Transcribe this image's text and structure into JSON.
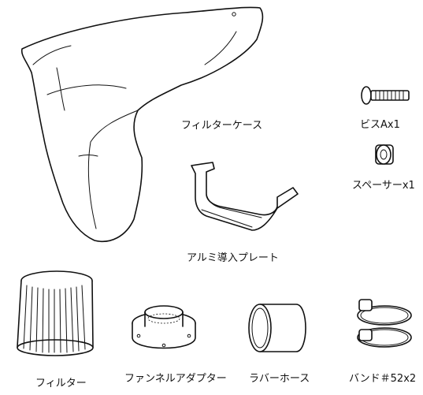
{
  "parts": {
    "filter_case": "フィルターケース",
    "screw": "ビスAx1",
    "spacer": "スペーサーx1",
    "aluminum_plate": "アルミ導入プレート",
    "filter": "フィルター",
    "funnel_adapter": "ファンネルアダプター",
    "rubber_hose": "ラバーホース",
    "band": "バンド＃52x2"
  }
}
